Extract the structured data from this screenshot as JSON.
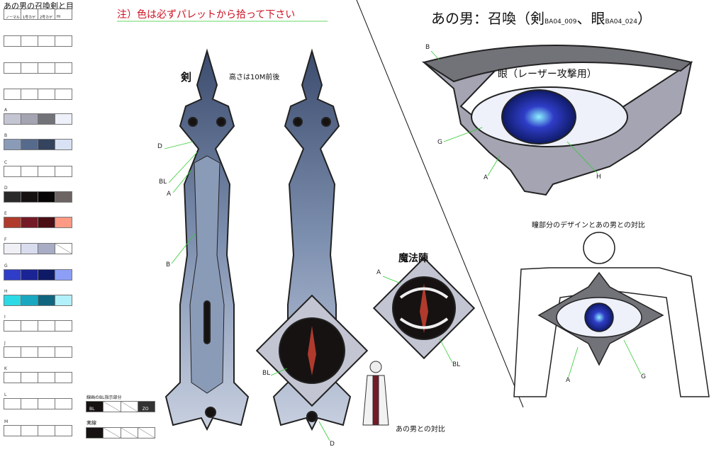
{
  "sheet_title": "あの男の召喚剣と目",
  "palette_headers": [
    "ノーマル",
    "1号カゲ",
    "2号カゲ",
    "Hi"
  ],
  "palette": [
    {
      "letter": "",
      "colors": [
        "#ffffff",
        "#ffffff",
        "#ffffff",
        "#ffffff"
      ]
    },
    {
      "letter": "",
      "colors": [
        "#ffffff",
        "#ffffff",
        "#ffffff",
        "#ffffff"
      ]
    },
    {
      "letter": "",
      "colors": [
        "#ffffff",
        "#ffffff",
        "#ffffff",
        "#ffffff"
      ]
    },
    {
      "letter": "A",
      "colors": [
        "#c4c5d2",
        "#a4a4b2",
        "#727279",
        "#eef0fa"
      ]
    },
    {
      "letter": "B",
      "colors": [
        "#8a9bb8",
        "#566a8c",
        "#34435e",
        "#d9e2f4"
      ]
    },
    {
      "letter": "C",
      "colors": [
        "#ffffff",
        "#ffffff",
        "#ffffff",
        "#ffffff"
      ]
    },
    {
      "letter": "D",
      "colors": [
        "#2a2a2a",
        "#161212",
        "#060404",
        "#6c6462"
      ]
    },
    {
      "letter": "E",
      "colors": [
        "#b03a2c",
        "#731a26",
        "#4a0e14",
        "#fe9a84"
      ]
    },
    {
      "letter": "F",
      "colors": [
        "#eef0f6",
        "#d8dcee",
        "#a8acc4",
        "none"
      ]
    },
    {
      "letter": "G",
      "colors": [
        "#2f3dc8",
        "#1a2494",
        "#0f1a66",
        "#8c9ef6"
      ]
    },
    {
      "letter": "H",
      "colors": [
        "#2cdae6",
        "#1aa8c0",
        "#10667e",
        "#b2f0fa"
      ]
    },
    {
      "letter": "I",
      "colors": [
        "#ffffff",
        "#ffffff",
        "#ffffff",
        "#ffffff"
      ]
    },
    {
      "letter": "J",
      "colors": [
        "#ffffff",
        "#ffffff",
        "#ffffff",
        "#ffffff"
      ]
    },
    {
      "letter": "K",
      "colors": [
        "#ffffff",
        "#ffffff",
        "#ffffff",
        "#ffffff"
      ]
    },
    {
      "letter": "L",
      "colors": [
        "#ffffff",
        "#ffffff",
        "#ffffff",
        "#ffffff"
      ]
    },
    {
      "letter": "M",
      "colors": [
        "#ffffff",
        "#ffffff",
        "#ffffff",
        "#ffffff"
      ]
    }
  ],
  "legend": {
    "bl_title": "線画のBL指示部分",
    "bl_label": "BL",
    "zo_label": "ZO",
    "solid_title": "実線"
  },
  "notice": "注）色は必ずパレットから拾って下さい",
  "notice_color": "#cc1122",
  "sword": {
    "title": "剣",
    "height_note": "高さは10M前後",
    "labels": [
      "D",
      "BL",
      "A",
      "B",
      "BL",
      "D"
    ]
  },
  "magic_circle": {
    "title": "魔法陣",
    "labels": [
      "A",
      "BL"
    ]
  },
  "size_compare": "あの男との対比",
  "right_title": {
    "main": "あの男：召喚（剣",
    "code1": "BA04_009",
    "sep": "、眼",
    "code2": "BA04_024",
    "close": "）"
  },
  "eye": {
    "title": "眼（レーザー攻撃用）",
    "labels": [
      "B",
      "G",
      "A",
      "H"
    ]
  },
  "compare": {
    "title": "瞳部分のデザインとあの男との対比",
    "labels": [
      "A",
      "G"
    ]
  }
}
